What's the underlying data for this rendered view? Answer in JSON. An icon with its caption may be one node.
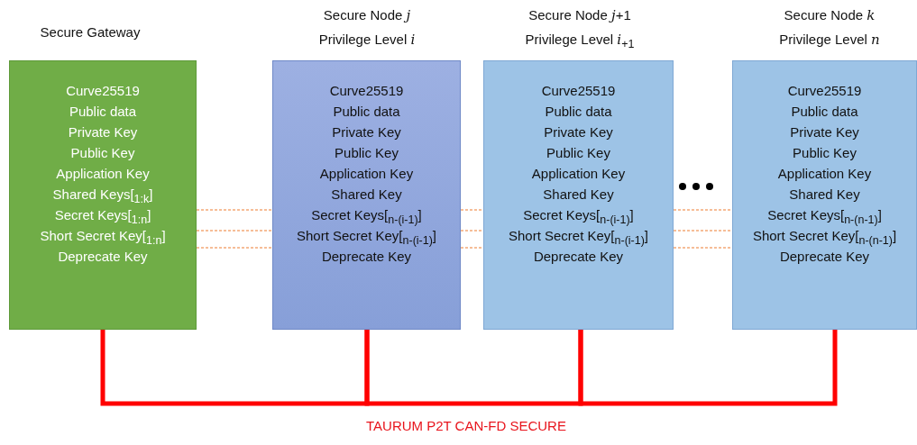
{
  "diagram": {
    "nodes": [
      {
        "text": [
          "Secure Gateway",
          "Curve25519",
          "Public data",
          "Private Key",
          "Public Key",
          "Application Key",
          "Shared Keys[$_{1:k}$]",
          "Secret Keys[$_{1:n}$]",
          "Short Secret Key[$_{1:n}$]",
          "Deprecate Key"
        ]
      },
      {
        "text": [
          "Secure Node *j*",
          "Privilege Level *i*",
          "Curve25519",
          "Public data",
          "Private Key",
          "Public Key",
          "Application Key",
          "Shared Key",
          "Secret Keys[$_{n-(i-1)}$]",
          "Short Secret Key[$_{n-(i-1)}$]",
          "Deprecate Key"
        ]
      },
      {
        "text": [
          "Secure Node *j*+1",
          "Privilege Level *i*$_{+1}$",
          "Curve25519",
          "Public data",
          "Private Key",
          "Public Key",
          "Application Key",
          "Shared Key",
          "Secret Keys[$_{n-(i-1)}$]",
          "Short Secret Key[$_{n-(i-1)}$]",
          "Deprecate Key"
        ]
      },
      {
        "text": [
          "Secure Node *k*",
          "Privilege Level *n*",
          "Curve25519",
          "Public data",
          "Private Key",
          "Public Key",
          "Application Key",
          "Shared Key",
          "Secret Keys[$_{n-(n-1)}$]",
          "Short Secret Key[$_{n-(n-1)}$]",
          "Deprecate Key"
        ]
      }
    ],
    "edges": [
      {
        "from": 0,
        "to": 1,
        "arrow": "none",
        "style": "thick",
        "color": "#ff0000"
      },
      {
        "from": 1,
        "to": 2,
        "arrow": "none",
        "style": "thick",
        "color": "#ff0000"
      },
      {
        "from": 2,
        "to": 3,
        "arrow": "none",
        "style": "thick",
        "color": "#ff0000"
      },
      {
        "from": 0,
        "to": 1,
        "arrow": "none",
        "style": "dashed",
        "color": "#ed7d31"
      },
      {
        "from": 0,
        "to": 1,
        "arrow": "none",
        "style": "dashed",
        "color": "#ed7d31"
      },
      {
        "from": 0,
        "to": 1,
        "arrow": "none",
        "style": "dashed",
        "color": "#ed7d31"
      },
      {
        "from": 1,
        "to": 2,
        "arrow": "none",
        "style": "dashed",
        "color": "#ed7d31"
      },
      {
        "from": 1,
        "to": 2,
        "arrow": "none",
        "style": "dashed",
        "color": "#ed7d31"
      },
      {
        "from": 1,
        "to": 2,
        "arrow": "none",
        "style": "dashed",
        "color": "#ed7d31"
      },
      {
        "from": 2,
        "to": 3,
        "arrow": "none",
        "style": "dashed",
        "color": "#ed7d31"
      },
      {
        "from": 2,
        "to": 3,
        "arrow": "none",
        "style": "dashed",
        "color": "#ed7d31"
      },
      {
        "from": 2,
        "to": 3,
        "arrow": "none",
        "style": "dashed",
        "color": "#ed7d31"
      }
    ],
    "labels": [
      "TAURUM P2T CAN-FD SECURE"
    ]
  }
}
